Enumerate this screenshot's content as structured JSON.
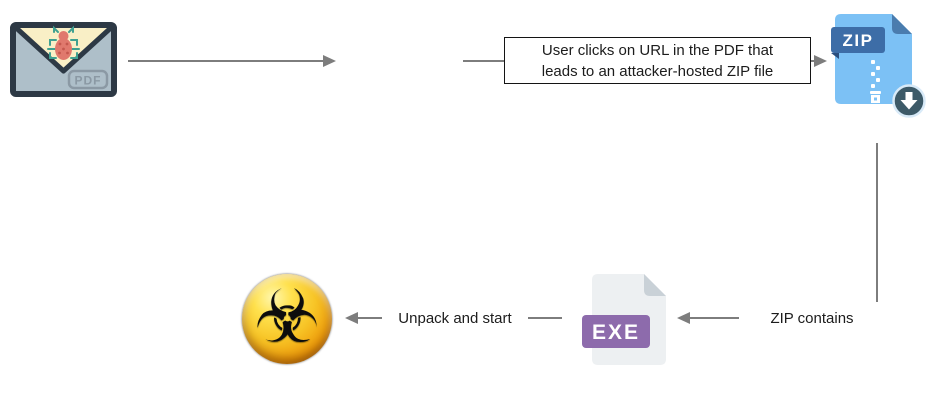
{
  "diagram": {
    "title": "malware-delivery-flow",
    "labels": {
      "url_click_line1": "User clicks on URL in the PDF that",
      "url_click_line2": "leads to an attacker-hosted ZIP file",
      "zip_contains": "ZIP contains",
      "unpack_and_start": "Unpack and start"
    },
    "email_node": {
      "pdf_badge": "PDF"
    },
    "zip_node": {
      "banner": "ZIP"
    },
    "exe_node": {
      "banner": "EXE"
    },
    "malware_node": {
      "glyph": "☣"
    },
    "colors": {
      "connector": "#7d7d7d",
      "label_text": "#1c1c1c",
      "envelope_border": "#2d3945",
      "envelope_body": "#aebfc9",
      "envelope_flap": "#f9efc6",
      "bug_body": "#e0796d",
      "bug_legs": "#3fa191",
      "pdf_badge_gray": "#8b99a4",
      "zip_body": "#7cc1f5",
      "zip_fold": "#4a7cae",
      "zip_banner": "#3d6da7",
      "zip_banner_fold": "#2a4e7e",
      "download_badge": "#3d5a68",
      "exe_body": "#edf0f2",
      "exe_fold": "#c9d1d7",
      "exe_banner": "#8d6bac",
      "biohazard_yellow": "#f7c426"
    }
  }
}
